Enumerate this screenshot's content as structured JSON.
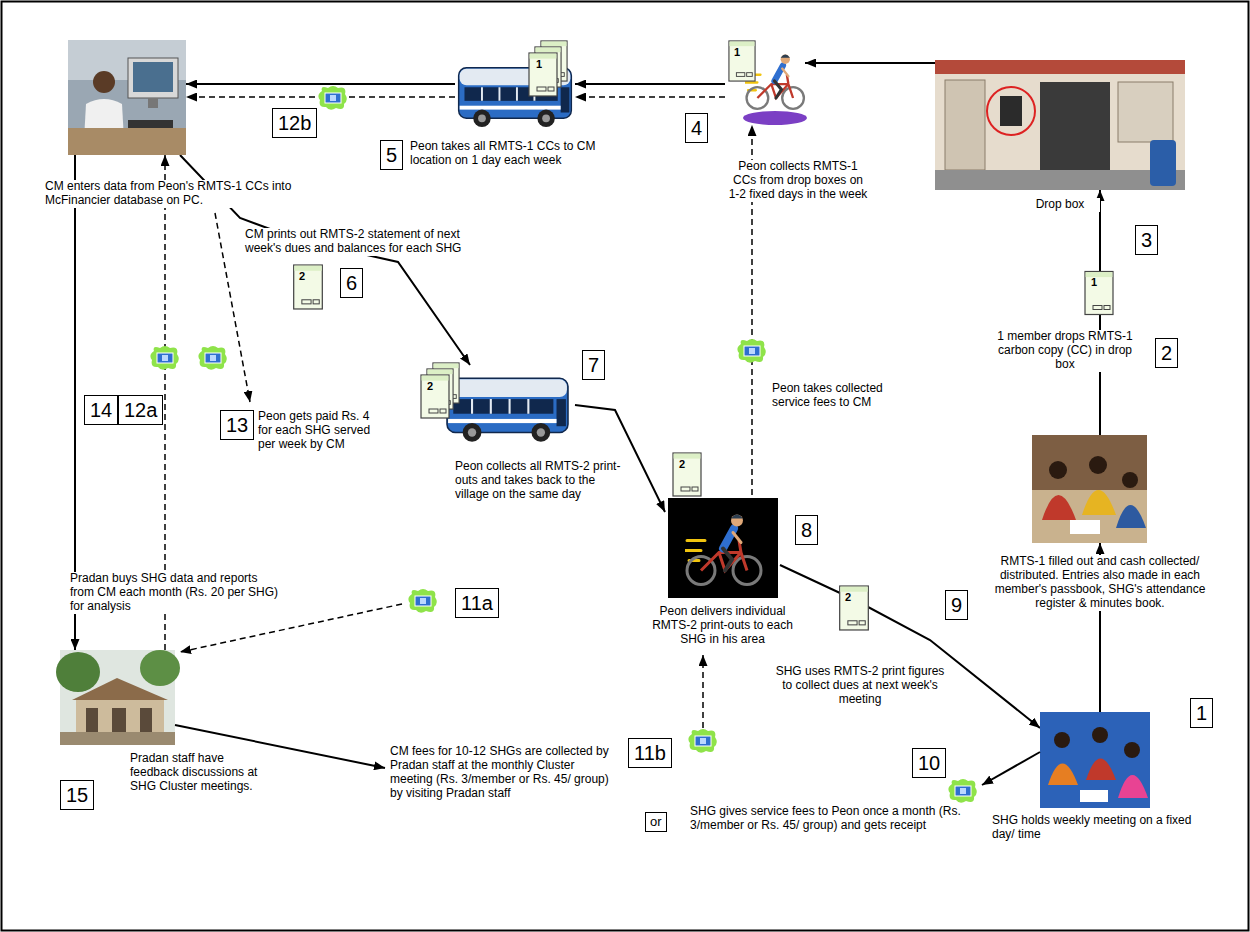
{
  "diagram": {
    "nodes": [
      {
        "text": [
          "CM enters data from Peon's RMTS-1 CCs into McFinancier database on PC."
        ]
      },
      {
        "text": [
          "Peon takes all RMTS-1 CCs to CM location on 1 day each week"
        ]
      },
      {
        "text": [
          "Peon collects RMTS-1 CCs from drop boxes on 1-2 fixed days in the week"
        ]
      },
      {
        "text": [
          "Drop box"
        ]
      },
      {
        "text": [
          "RMTS-1 filled out and cash collected/ distributed. Entries also made in each member's passbook, SHG's attendance register & minutes book."
        ]
      },
      {
        "text": [
          "SHG holds weekly meeting on a fixed day/ time"
        ]
      },
      {
        "text": [
          "Peon collects all RMTS-2 print-outs and takes back to the village on the same day"
        ]
      },
      {
        "text": [
          "Peon delivers individual RMTS-2 print-outs to each SHG in his area"
        ]
      },
      {
        "text": [
          "Pradan buys SHG data and reports from CM each month (Rs. 20 per SHG) for analysis",
          "Pradan staff have feedback discussions at SHG Cluster meetings."
        ]
      }
    ],
    "edges": [
      {
        "from": 1,
        "to": 0,
        "arrow": "to"
      },
      {
        "from": 1,
        "to": 0,
        "arrow": "to"
      },
      {
        "from": 2,
        "to": 1,
        "arrow": "to"
      },
      {
        "from": 2,
        "to": 1,
        "arrow": "to"
      },
      {
        "from": 3,
        "to": 2,
        "arrow": "to"
      },
      {
        "from": 4,
        "to": 3,
        "arrow": "to",
        "label": "1 member drops RMTS-1 carbon copy (CC) in drop box"
      },
      {
        "from": 5,
        "to": 4,
        "arrow": "to"
      },
      {
        "from": 0,
        "to": 6,
        "arrow": "to",
        "label": "CM prints out RMTS-2 statement of next week's dues and balances for each SHG"
      },
      {
        "from": 6,
        "to": 7,
        "arrow": "to"
      },
      {
        "from": 7,
        "to": 5,
        "arrow": "to",
        "label": "SHG uses RMTS-2 print figures to collect dues at next week's meeting"
      },
      {
        "from": 7,
        "to": 2,
        "arrow": "to",
        "label": "Peon takes collected service fees to CM"
      },
      {
        "from": 0,
        "to": 8,
        "arrow": "to"
      },
      {
        "from": 8,
        "to": 0,
        "arrow": "to"
      }
    ],
    "labels": [
      "1",
      "1",
      "12b",
      "5",
      "4",
      "3",
      "1",
      "2",
      "6",
      "2",
      "14",
      "12a",
      "13",
      "Peon gets paid Rs. 4 for each SHG served per week by CM",
      "7",
      "2",
      "2",
      "8",
      "9",
      "2",
      "1",
      "10",
      "11a",
      "CM fees for 10-12 SHGs are collected by Pradan staff at the monthly Cluster meeting (Rs. 3/member or Rs. 45/ group) by visiting Pradan staff",
      "11b",
      "or",
      "SHG gives service fees to Peon once a month (Rs. 3/member or Rs. 45/ group) and gets receipt",
      "15"
    ]
  }
}
